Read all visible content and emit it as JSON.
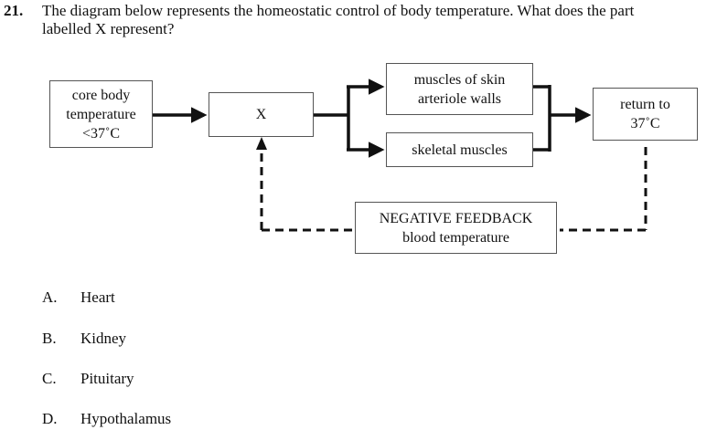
{
  "question": {
    "number": "21.",
    "text_line1": "The diagram below represents the homeostatic control of body temperature.  What does the part",
    "text_line2": "labelled X represent?"
  },
  "diagram": {
    "boxes": {
      "core": [
        "core body",
        "temperature",
        "<37˚C"
      ],
      "x": [
        "X"
      ],
      "muscles_skin": [
        "muscles of skin",
        "arteriole walls"
      ],
      "skeletal": [
        "skeletal muscles"
      ],
      "return": [
        "return to",
        "37˚C"
      ],
      "feedback": [
        "NEGATIVE FEEDBACK",
        "blood temperature"
      ]
    }
  },
  "options": [
    {
      "letter": "A.",
      "text": "Heart"
    },
    {
      "letter": "B.",
      "text": "Kidney"
    },
    {
      "letter": "C.",
      "text": "Pituitary"
    },
    {
      "letter": "D.",
      "text": "Hypothalamus"
    }
  ]
}
